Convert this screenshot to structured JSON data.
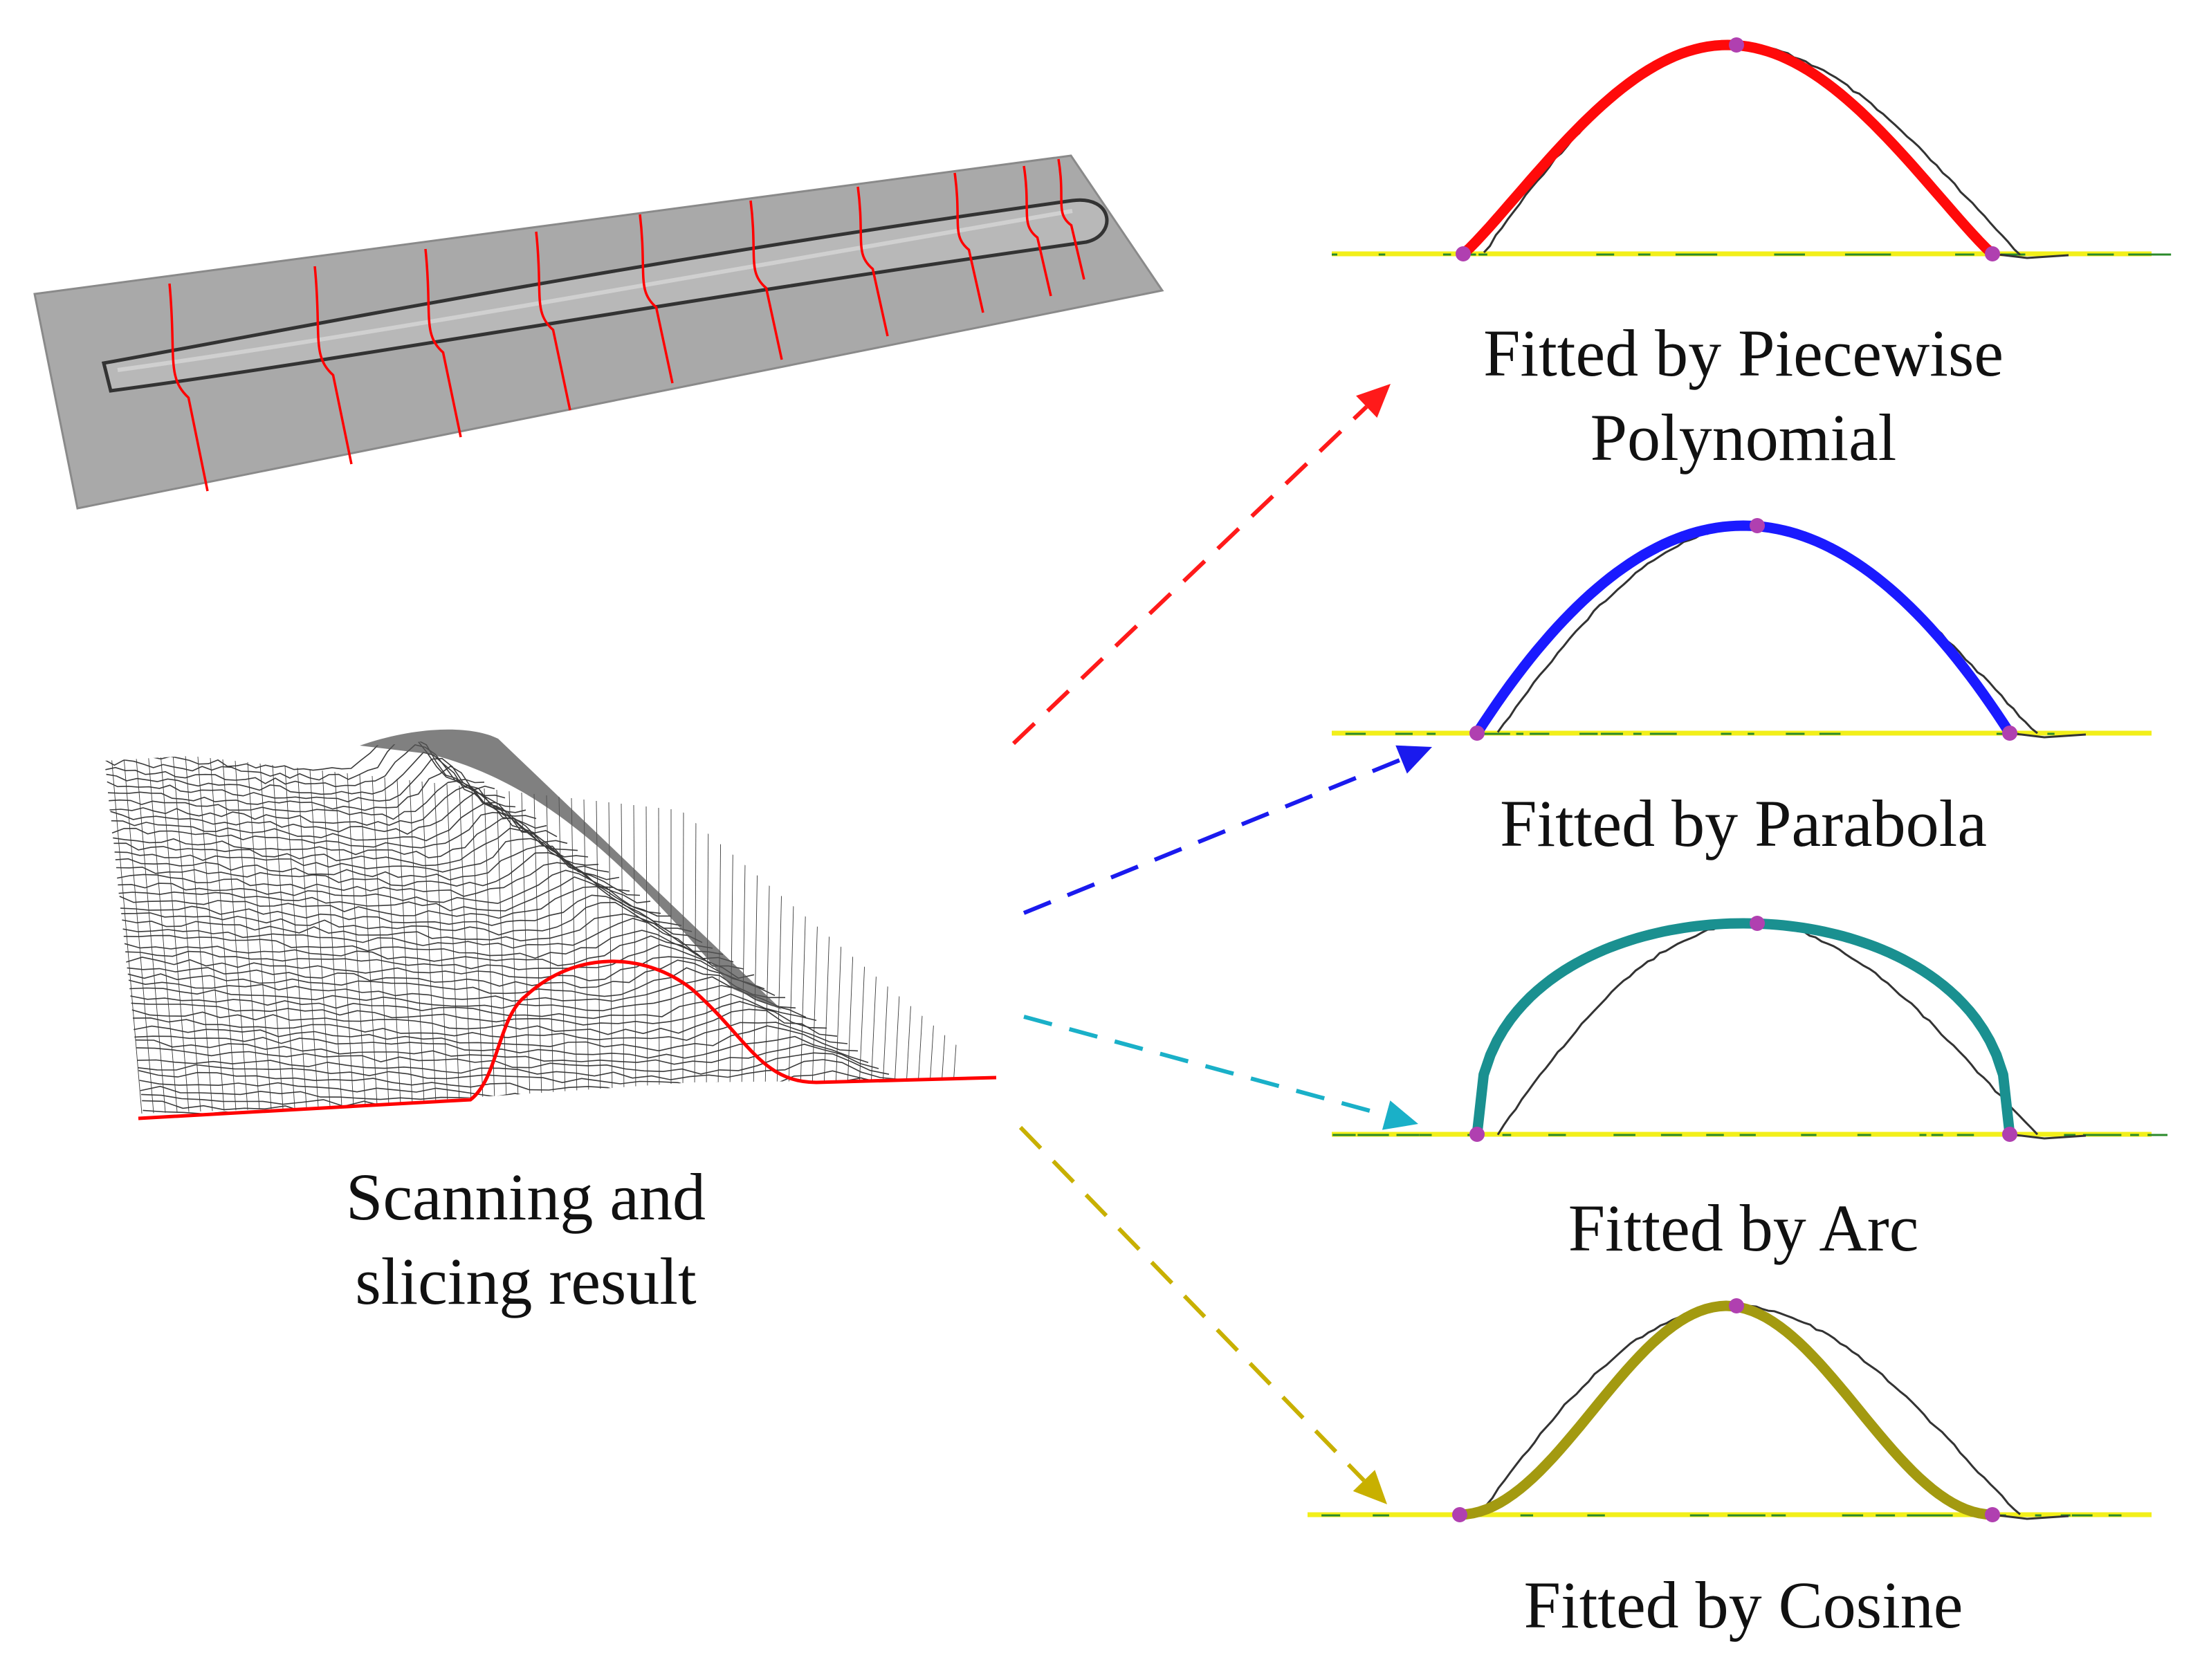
{
  "scan": {
    "caption_lines": [
      "Scanning and",
      "slicing result"
    ],
    "slice_color": "#ff0000"
  },
  "methods": [
    {
      "name": "piecewise",
      "caption_lines": [
        "Fitted by Piecewise",
        "Polynomial"
      ],
      "color": "#ff0a0a"
    },
    {
      "name": "parabola",
      "caption_lines": [
        "Fitted by Parabola"
      ],
      "color": "#1a1aff"
    },
    {
      "name": "arc",
      "caption_lines": [
        "Fitted by Arc"
      ],
      "color": "#1a9090"
    },
    {
      "name": "cosine",
      "caption_lines": [
        "Fitted by Cosine"
      ],
      "color": "#a39a10"
    }
  ],
  "arrow_colors": [
    "#ff1a1a",
    "#1a1aee",
    "#1ab0c8",
    "#c8b000"
  ],
  "colors": {
    "measured_profile": "#333333",
    "endpoint_marker": "#b040b0",
    "baseline": "#f2ef1a",
    "baseline_noise": "#2a8a2a",
    "surface": "#a9a9a9",
    "mesh": "#3a3a3a"
  }
}
